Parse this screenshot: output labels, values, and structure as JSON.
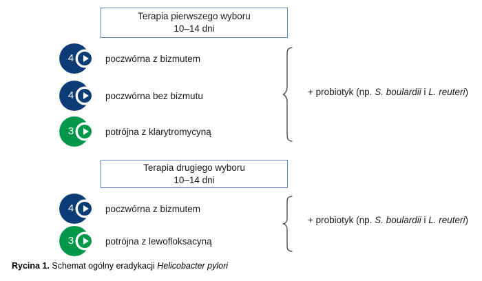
{
  "figure": {
    "background_color": "#ffffff",
    "box_border_color": "#5b87c0",
    "navy_color": "#0c3c75",
    "green_color": "#00974a",
    "sections": [
      {
        "id": "first-line",
        "box": {
          "title": "Terapia pierwszego wyboru",
          "duration": "10–14 dni"
        },
        "regimens": [
          {
            "count": "4",
            "color": "navy",
            "label": "poczwórna z bizmutem"
          },
          {
            "count": "4",
            "color": "navy",
            "label": "poczwórna bez bizmutu"
          },
          {
            "count": "3",
            "color": "green",
            "label": "potrójna z klarytromycyną"
          }
        ],
        "note": {
          "prefix": "+ probiotyk (np. ",
          "species_one": "S. boulardii",
          "conjunction": " i ",
          "species_two": "L. reuteri",
          "suffix": ")"
        }
      },
      {
        "id": "second-line",
        "box": {
          "title": "Terapia drugiego wyboru",
          "duration": "10–14 dni"
        },
        "regimens": [
          {
            "count": "4",
            "color": "navy",
            "label": "poczwórna z bizmutem"
          },
          {
            "count": "3",
            "color": "green",
            "label": "potrójna z lewofloksacyną"
          }
        ],
        "note": {
          "prefix": "+ probiotyk (np. ",
          "species_one": "S. boulardii",
          "conjunction": " i ",
          "species_two": "L. reuteri",
          "suffix": ")"
        }
      }
    ]
  },
  "caption": {
    "label": "Rycina 1.",
    "text_before": " Schemat ogólny eradykacji ",
    "italic_text": "Helicobacter pylori"
  }
}
